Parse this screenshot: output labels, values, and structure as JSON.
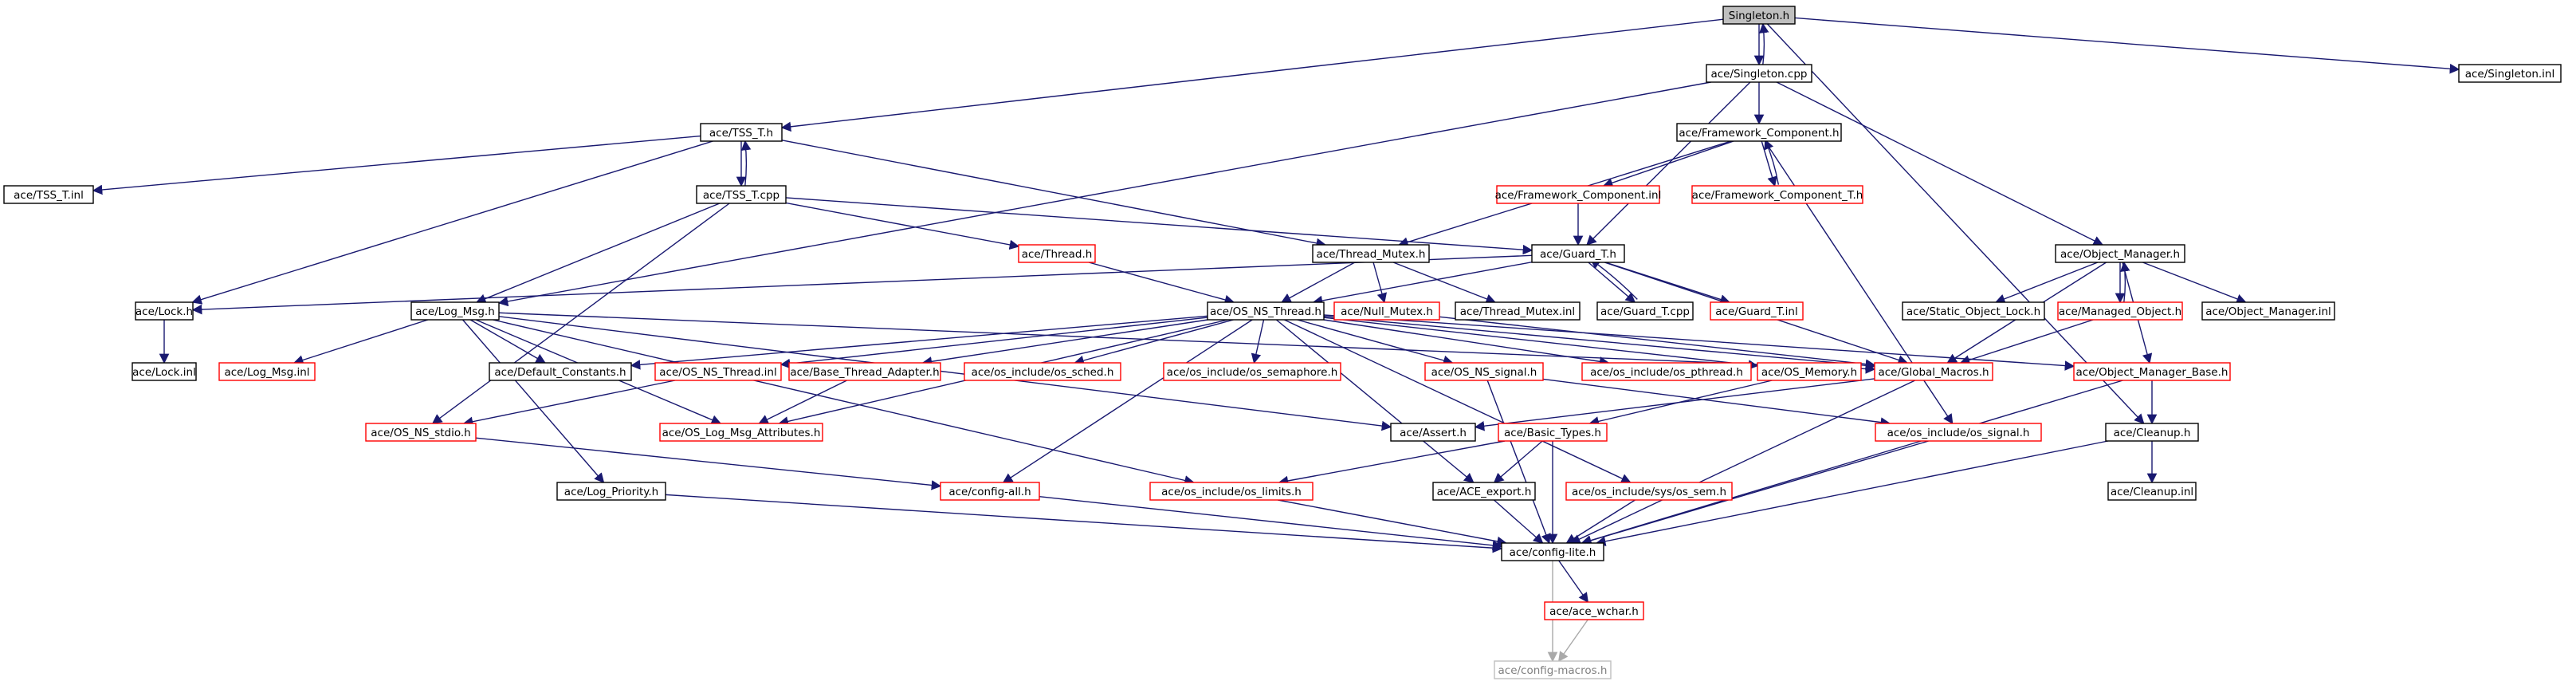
{
  "nodes": [
    {
      "id": "singleton_h",
      "label": "Singleton.h",
      "style": "root"
    },
    {
      "id": "singleton_cpp",
      "label": "ace/Singleton.cpp",
      "style": "black"
    },
    {
      "id": "singleton_inl",
      "label": "ace/Singleton.inl",
      "style": "black"
    },
    {
      "id": "tss_t_h",
      "label": "ace/TSS_T.h",
      "style": "black"
    },
    {
      "id": "tss_t_inl",
      "label": "ace/TSS_T.inl",
      "style": "black"
    },
    {
      "id": "tss_t_cpp",
      "label": "ace/TSS_T.cpp",
      "style": "black"
    },
    {
      "id": "framework_component_h",
      "label": "ace/Framework_Component.h",
      "style": "black"
    },
    {
      "id": "framework_component_inl",
      "label": "ace/Framework_Component.inl",
      "style": "red"
    },
    {
      "id": "framework_component_t_h",
      "label": "ace/Framework_Component_T.h",
      "style": "red"
    },
    {
      "id": "thread_h",
      "label": "ace/Thread.h",
      "style": "red"
    },
    {
      "id": "thread_mutex_h",
      "label": "ace/Thread_Mutex.h",
      "style": "black"
    },
    {
      "id": "guard_t_h",
      "label": "ace/Guard_T.h",
      "style": "black"
    },
    {
      "id": "object_manager_h",
      "label": "ace/Object_Manager.h",
      "style": "black"
    },
    {
      "id": "lock_h",
      "label": "ace/Lock.h",
      "style": "black"
    },
    {
      "id": "log_msg_h",
      "label": "ace/Log_Msg.h",
      "style": "black"
    },
    {
      "id": "os_ns_thread_h",
      "label": "ace/OS_NS_Thread.h",
      "style": "black"
    },
    {
      "id": "null_mutex_h",
      "label": "ace/Null_Mutex.h",
      "style": "red"
    },
    {
      "id": "thread_mutex_inl",
      "label": "ace/Thread_Mutex.inl",
      "style": "black"
    },
    {
      "id": "guard_t_cpp",
      "label": "ace/Guard_T.cpp",
      "style": "black"
    },
    {
      "id": "guard_t_inl",
      "label": "ace/Guard_T.inl",
      "style": "red"
    },
    {
      "id": "static_object_lock_h",
      "label": "ace/Static_Object_Lock.h",
      "style": "black"
    },
    {
      "id": "managed_object_h",
      "label": "ace/Managed_Object.h",
      "style": "red"
    },
    {
      "id": "object_manager_inl",
      "label": "ace/Object_Manager.inl",
      "style": "black"
    },
    {
      "id": "lock_inl",
      "label": "ace/Lock.inl",
      "style": "black"
    },
    {
      "id": "log_msg_inl",
      "label": "ace/Log_Msg.inl",
      "style": "red"
    },
    {
      "id": "default_constants_h",
      "label": "ace/Default_Constants.h",
      "style": "black"
    },
    {
      "id": "os_ns_thread_inl",
      "label": "ace/OS_NS_Thread.inl",
      "style": "red"
    },
    {
      "id": "base_thread_adapter_h",
      "label": "ace/Base_Thread_Adapter.h",
      "style": "red"
    },
    {
      "id": "os_sched_h",
      "label": "ace/os_include/os_sched.h",
      "style": "red"
    },
    {
      "id": "os_semaphore_h",
      "label": "ace/os_include/os_semaphore.h",
      "style": "red"
    },
    {
      "id": "os_ns_signal_h",
      "label": "ace/OS_NS_signal.h",
      "style": "red"
    },
    {
      "id": "os_pthread_h",
      "label": "ace/os_include/os_pthread.h",
      "style": "red"
    },
    {
      "id": "os_memory_h",
      "label": "ace/OS_Memory.h",
      "style": "red"
    },
    {
      "id": "global_macros_h",
      "label": "ace/Global_Macros.h",
      "style": "red"
    },
    {
      "id": "object_manager_base_h",
      "label": "ace/Object_Manager_Base.h",
      "style": "red"
    },
    {
      "id": "os_ns_stdio_h",
      "label": "ace/OS_NS_stdio.h",
      "style": "red"
    },
    {
      "id": "os_log_msg_attributes_h",
      "label": "ace/OS_Log_Msg_Attributes.h",
      "style": "red"
    },
    {
      "id": "assert_h",
      "label": "ace/Assert.h",
      "style": "black"
    },
    {
      "id": "basic_types_h",
      "label": "ace/Basic_Types.h",
      "style": "red"
    },
    {
      "id": "os_signal_h",
      "label": "ace/os_include/os_signal.h",
      "style": "red"
    },
    {
      "id": "cleanup_h",
      "label": "ace/Cleanup.h",
      "style": "black"
    },
    {
      "id": "log_priority_h",
      "label": "ace/Log_Priority.h",
      "style": "black"
    },
    {
      "id": "config_all_h",
      "label": "ace/config-all.h",
      "style": "red"
    },
    {
      "id": "os_limits_h",
      "label": "ace/os_include/os_limits.h",
      "style": "red"
    },
    {
      "id": "ace_export_h",
      "label": "ace/ACE_export.h",
      "style": "black"
    },
    {
      "id": "os_sem_h",
      "label": "ace/os_include/sys/os_sem.h",
      "style": "red"
    },
    {
      "id": "cleanup_inl",
      "label": "ace/Cleanup.inl",
      "style": "black"
    },
    {
      "id": "config_lite_h",
      "label": "ace/config-lite.h",
      "style": "black"
    },
    {
      "id": "ace_wchar_h",
      "label": "ace/ace_wchar.h",
      "style": "red"
    },
    {
      "id": "config_macros_h",
      "label": "ace/config-macros.h",
      "style": "grey"
    }
  ],
  "edges": [
    [
      "singleton_h",
      "singleton_cpp"
    ],
    [
      "singleton_cpp",
      "singleton_h"
    ],
    [
      "singleton_h",
      "singleton_inl"
    ],
    [
      "singleton_h",
      "tss_t_h"
    ],
    [
      "singleton_h",
      "cleanup_h"
    ],
    [
      "singleton_cpp",
      "framework_component_h"
    ],
    [
      "singleton_cpp",
      "object_manager_h"
    ],
    [
      "singleton_cpp",
      "guard_t_h"
    ],
    [
      "singleton_cpp",
      "log_msg_h"
    ],
    [
      "tss_t_h",
      "tss_t_inl"
    ],
    [
      "tss_t_h",
      "tss_t_cpp"
    ],
    [
      "tss_t_cpp",
      "tss_t_h"
    ],
    [
      "tss_t_h",
      "lock_h"
    ],
    [
      "tss_t_h",
      "thread_mutex_h"
    ],
    [
      "tss_t_cpp",
      "thread_h"
    ],
    [
      "tss_t_cpp",
      "guard_t_h"
    ],
    [
      "tss_t_cpp",
      "log_msg_h"
    ],
    [
      "tss_t_cpp",
      "os_ns_stdio_h"
    ],
    [
      "framework_component_h",
      "framework_component_inl"
    ],
    [
      "framework_component_h",
      "framework_component_t_h"
    ],
    [
      "framework_component_t_h",
      "framework_component_h"
    ],
    [
      "framework_component_h",
      "thread_mutex_h"
    ],
    [
      "framework_component_h",
      "os_signal_h"
    ],
    [
      "framework_component_inl",
      "guard_t_h"
    ],
    [
      "thread_h",
      "os_ns_thread_h"
    ],
    [
      "thread_mutex_h",
      "os_ns_thread_h"
    ],
    [
      "thread_mutex_h",
      "null_mutex_h"
    ],
    [
      "thread_mutex_h",
      "thread_mutex_inl"
    ],
    [
      "guard_t_h",
      "lock_h"
    ],
    [
      "guard_t_h",
      "os_ns_thread_h"
    ],
    [
      "guard_t_h",
      "guard_t_cpp"
    ],
    [
      "guard_t_cpp",
      "guard_t_h"
    ],
    [
      "guard_t_h",
      "guard_t_inl"
    ],
    [
      "guard_t_h",
      "global_macros_h"
    ],
    [
      "object_manager_h",
      "static_object_lock_h"
    ],
    [
      "object_manager_h",
      "managed_object_h"
    ],
    [
      "managed_object_h",
      "object_manager_h"
    ],
    [
      "object_manager_h",
      "object_manager_inl"
    ],
    [
      "object_manager_h",
      "object_manager_base_h"
    ],
    [
      "object_manager_h",
      "global_macros_h"
    ],
    [
      "managed_object_h",
      "global_macros_h"
    ],
    [
      "lock_h",
      "lock_inl"
    ],
    [
      "log_msg_h",
      "log_msg_inl"
    ],
    [
      "log_msg_h",
      "default_constants_h"
    ],
    [
      "log_msg_h",
      "global_macros_h"
    ],
    [
      "log_msg_h",
      "os_log_msg_attributes_h"
    ],
    [
      "log_msg_h",
      "log_priority_h"
    ],
    [
      "log_msg_h",
      "assert_h"
    ],
    [
      "log_msg_h",
      "os_limits_h"
    ],
    [
      "os_ns_thread_h",
      "default_constants_h"
    ],
    [
      "os_ns_thread_h",
      "os_ns_thread_inl"
    ],
    [
      "os_ns_thread_h",
      "base_thread_adapter_h"
    ],
    [
      "os_ns_thread_h",
      "os_sched_h"
    ],
    [
      "os_ns_thread_h",
      "os_semaphore_h"
    ],
    [
      "os_ns_thread_h",
      "os_ns_signal_h"
    ],
    [
      "os_ns_thread_h",
      "os_pthread_h"
    ],
    [
      "os_ns_thread_h",
      "os_memory_h"
    ],
    [
      "os_ns_thread_h",
      "global_macros_h"
    ],
    [
      "os_ns_thread_h",
      "object_manager_base_h"
    ],
    [
      "os_ns_thread_h",
      "config_all_h"
    ],
    [
      "os_ns_thread_h",
      "os_sem_h"
    ],
    [
      "os_ns_thread_h",
      "ace_export_h"
    ],
    [
      "os_ns_thread_h",
      "os_log_msg_attributes_h"
    ],
    [
      "null_mutex_h",
      "global_macros_h"
    ],
    [
      "os_ns_thread_inl",
      "os_ns_stdio_h"
    ],
    [
      "base_thread_adapter_h",
      "os_log_msg_attributes_h"
    ],
    [
      "os_ns_signal_h",
      "os_signal_h"
    ],
    [
      "os_ns_signal_h",
      "config_lite_h"
    ],
    [
      "os_memory_h",
      "basic_types_h"
    ],
    [
      "global_macros_h",
      "assert_h"
    ],
    [
      "global_macros_h",
      "config_lite_h"
    ],
    [
      "object_manager_base_h",
      "cleanup_h"
    ],
    [
      "object_manager_base_h",
      "config_lite_h"
    ],
    [
      "os_ns_stdio_h",
      "config_all_h"
    ],
    [
      "basic_types_h",
      "ace_export_h"
    ],
    [
      "basic_types_h",
      "os_limits_h"
    ],
    [
      "basic_types_h",
      "config_lite_h"
    ],
    [
      "os_signal_h",
      "config_lite_h"
    ],
    [
      "cleanup_h",
      "cleanup_inl"
    ],
    [
      "cleanup_h",
      "config_lite_h"
    ],
    [
      "log_priority_h",
      "config_lite_h"
    ],
    [
      "config_all_h",
      "config_lite_h"
    ],
    [
      "os_limits_h",
      "config_lite_h"
    ],
    [
      "ace_export_h",
      "config_lite_h"
    ],
    [
      "os_sem_h",
      "config_lite_h"
    ],
    [
      "config_lite_h",
      "ace_wchar_h"
    ],
    [
      "config_lite_h",
      "config_macros_h"
    ],
    [
      "ace_wchar_h",
      "config_macros_h"
    ]
  ]
}
